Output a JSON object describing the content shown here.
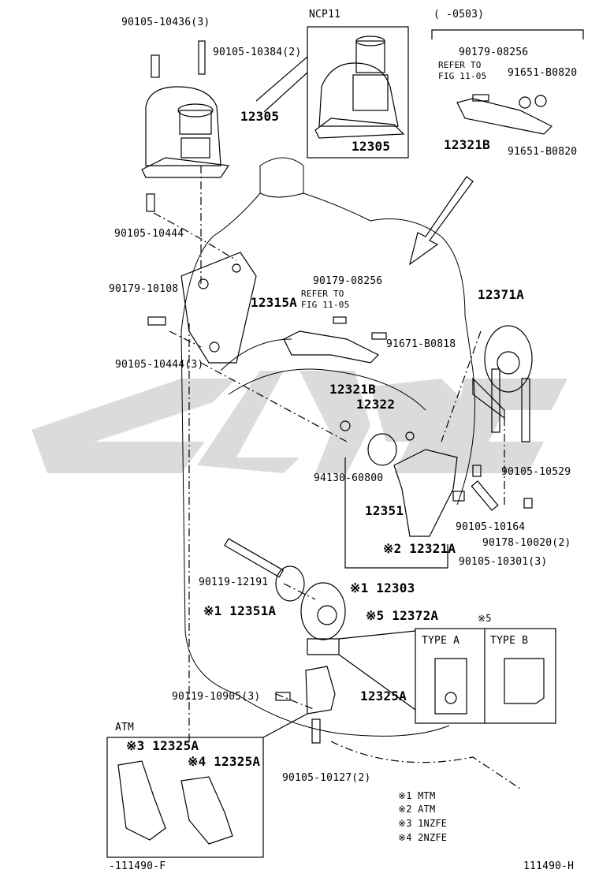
{
  "labels": {
    "bolt_top_left": "90105-10436(3)",
    "bolt_top_right": "90105-10384(2)",
    "mount_12305": "12305",
    "ncp_title": "NCP11",
    "ncp_part": "12305",
    "date_range": "(   -0503)",
    "inset_part_a": "90179-08256",
    "inset_refer": "REFER TO",
    "inset_fig": "FIG 11-05",
    "inset_part_b": "91651-B0820",
    "inset_bracket": "12321B",
    "inset_part_c": "91651-B0820",
    "bolt_10444": "90105-10444",
    "nut_10108": "90179-10108",
    "bracket_12315A": "12315A",
    "bolt_10444_3": "90105-10444(3)",
    "center_part_a": "90179-08256",
    "center_refer": "REFER TO",
    "center_fig": "FIG 11-05",
    "center_bolt": "91671-B0818",
    "center_bracket": "12321B",
    "part_12322": "12322",
    "mount_12371A": "12371A",
    "bolt_10529": "90105-10529",
    "nut_60800": "94130-60800",
    "part_12351": "12351",
    "bolt_10164": "90105-10164",
    "nut_10020": "90178-10020(2)",
    "bracket_12321A": "※2 12321A",
    "bolt_10301": "90105-10301(3)",
    "bolt_12191": "90119-12191",
    "part_12303": "※1 12303",
    "part_12351A": "※1 12351A",
    "mount_12372A": "※5 12372A",
    "star5": "※5",
    "type_a": "TYPE A",
    "type_b": "TYPE B",
    "bolt_10905": "90119-10905(3)",
    "bracket_12325A": "12325A",
    "atm_title": "ATM",
    "atm_part_3": "※3 12325A",
    "atm_part_4": "※4 12325A",
    "bolt_10127": "90105-10127(2)",
    "legend_1": "※1 MTM",
    "legend_2": "※2 ATM",
    "legend_3": "※3 1NZFE",
    "legend_4": "※4 2NZFE",
    "fig_code_left": "-111490-F",
    "fig_code_right": "111490-H"
  }
}
